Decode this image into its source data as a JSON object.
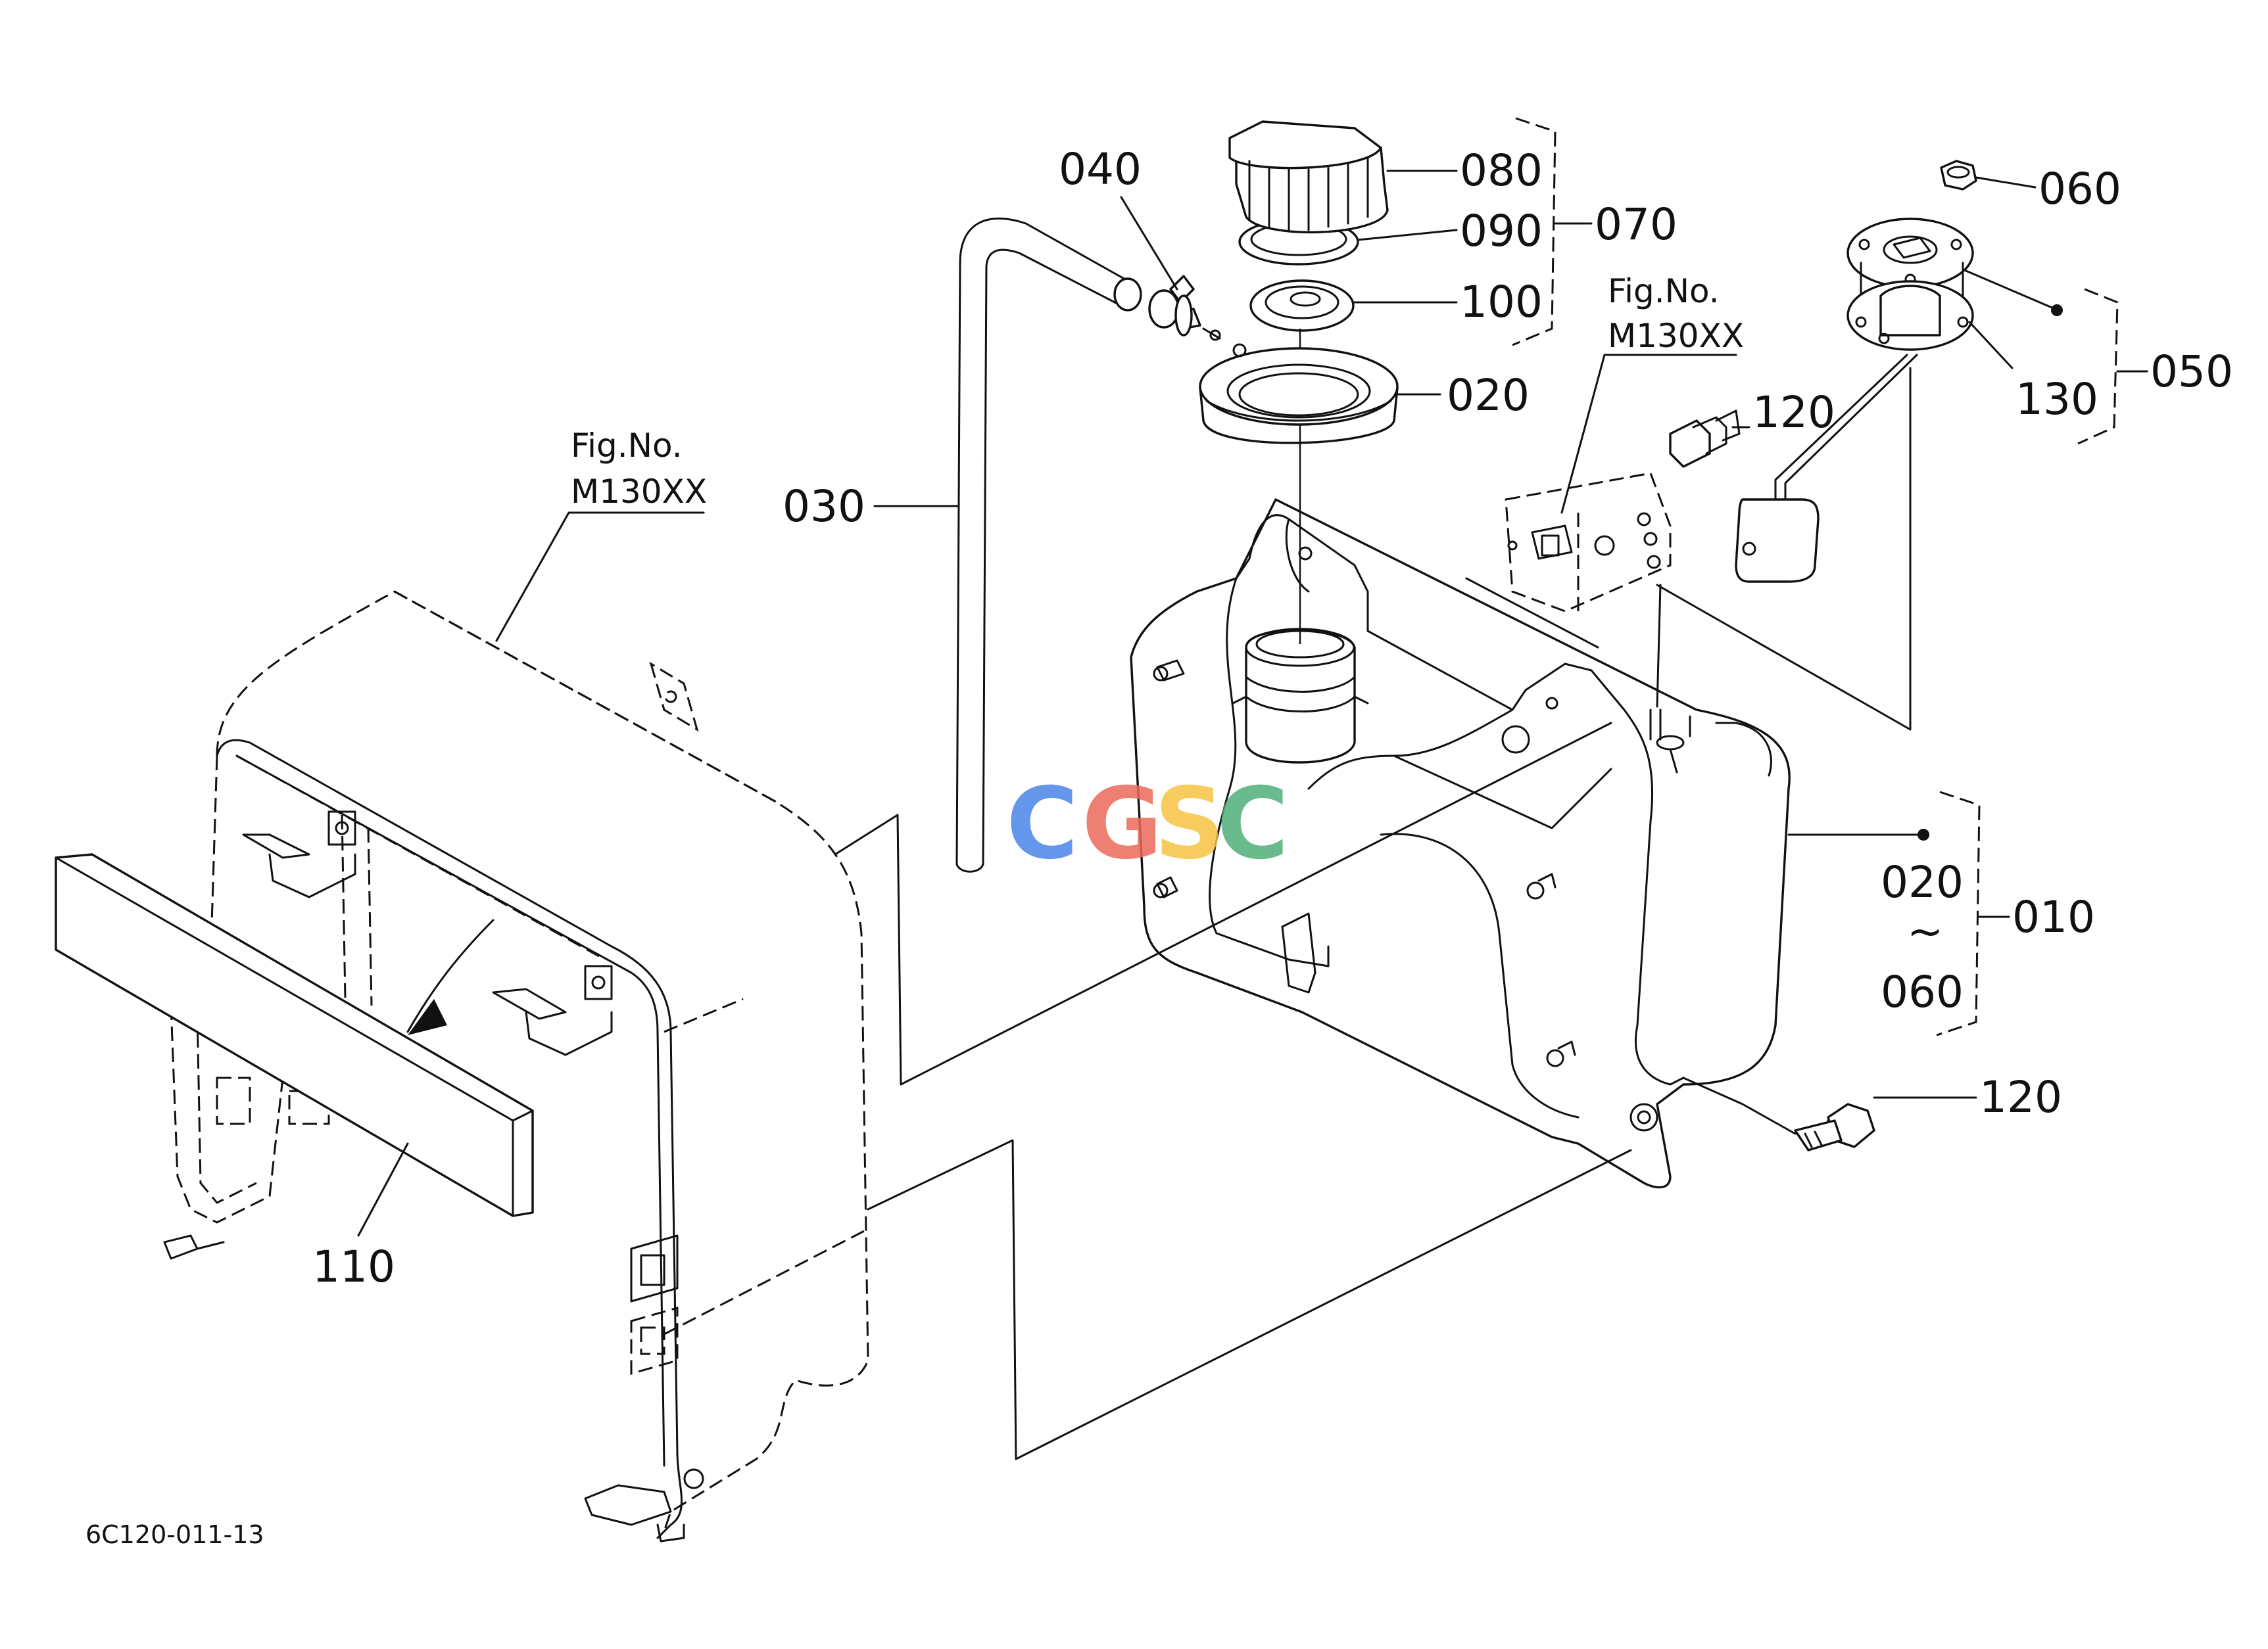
{
  "diagram": {
    "labels": {
      "p010": "010",
      "p020_cap": "020",
      "p020_range": "020",
      "p030": "030",
      "p040": "040",
      "p050": "050",
      "p060_top": "060",
      "p060_range": "060",
      "p070": "070",
      "p080": "080",
      "p090": "090",
      "p100": "100",
      "p110": "110",
      "p120_top": "120",
      "p120_bottom": "120",
      "p130": "130",
      "range_tilde": "~"
    },
    "figure_refs": {
      "left": {
        "line1": "Fig.No.",
        "line2": "M130XX"
      },
      "right": {
        "line1": "Fig.No.",
        "line2": "M130XX"
      }
    },
    "drawing_code": "6C120-011-13",
    "watermark": {
      "letters": [
        "C",
        "G",
        "S",
        "C"
      ],
      "colors": [
        "#4a86e8",
        "#ea6a5a",
        "#f6c242",
        "#4fb07a"
      ]
    }
  }
}
